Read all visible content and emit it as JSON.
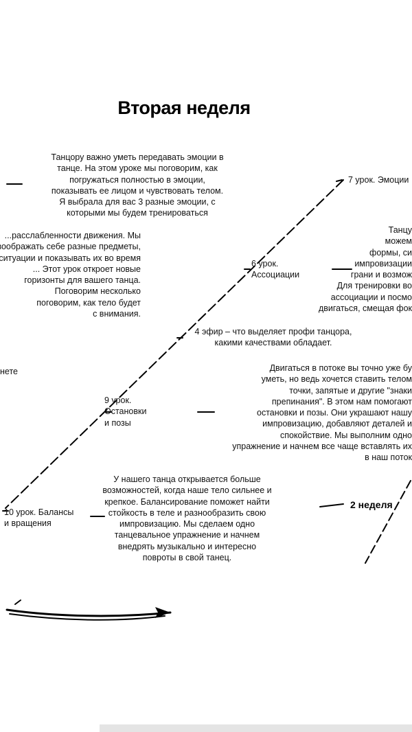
{
  "title": "Вторая неделя",
  "week_marker": "2 неделя",
  "blocks": {
    "emotions_text": "Танцору важно уметь передавать эмоции в\nтанце. На этом уроке мы поговорим, как\nпогружаться полностью в эмоции,\nпоказывать ее лицом и чувствовать телом.\nЯ выбрала для вас 3 разные эмоции, с\nкоторыми мы будем тренироваться",
    "lesson7_label": "7 урок. Эмоции",
    "props_text": "...расслабленности движения. Мы\nвоображать себе разные предметы,\nситуации и показывать их во время\n... Этот урок откроет новые\nгоризонты для вашего танца.\nПоговорим несколько\nпоговорим, как тело будет\nс внимания.",
    "right_partial": "Танцу\nможем\nформы, си\nимпровизации\nграни и возмож\nДля тренировки во\nассоциации и посмо\nдвигаться, смещая фок",
    "lesson6_label": "6 урок.\nАссоциации",
    "efir_text": "4 эфир – что выделяет профи танцора,\nкакими качествами обладает.",
    "flow_text": "Двигаться в потоке вы точно уже бу\nуметь, но ведь хочется ставить телом\nточки, запятые и другие \"знаки\nпрепинания\". В этом нам помогают\nостановки и позы. Они украшают нашу\nимпровизацию, добавляют деталей и\nспокойствие. Мы выполним одно\nупражнение и начнем все чаще вставлять их\nв наш поток",
    "lesson9_label": "9 урок.\nОстановки\nи позы",
    "left_partial": "нете",
    "balance_text": "У нашего танца открывается больше\nвозможностей, когда наше тело сильнее и\nкрепкое. Балансирование поможет найти\nстойкость в теле и разнообразить свою\nимпровизацию. Мы сделаем одно\nтанцевальное упражнение и начнем\nвнедрять музыкально и интересно\nповроты в свой танец.",
    "lesson10_label": "10 урок. Балансы\nи вращения"
  }
}
